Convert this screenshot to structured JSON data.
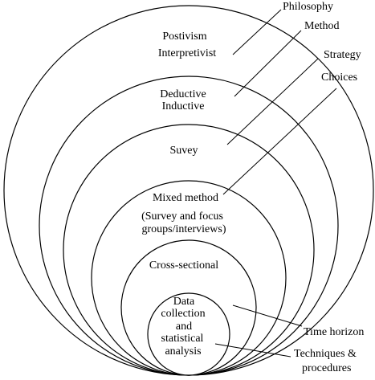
{
  "diagram": {
    "layers": [
      {
        "name": "Philosophy",
        "content": [
          "Postivism",
          "Interpretivist"
        ]
      },
      {
        "name": "Method",
        "content": [
          "Deductive",
          "Inductive"
        ]
      },
      {
        "name": "Strategy",
        "content": [
          "Suvey"
        ]
      },
      {
        "name": "Choices",
        "content": [
          "Mixed method",
          "(Survey and focus",
          "groups/interviews)"
        ]
      },
      {
        "name": "Time horizon",
        "content": [
          "Cross-sectional"
        ]
      },
      {
        "name": "Techniques & procedures",
        "label_lines": [
          "Techniques &",
          "procedures"
        ],
        "content": [
          "Data",
          "collection",
          "and",
          "statistical",
          "analysis"
        ]
      }
    ]
  }
}
